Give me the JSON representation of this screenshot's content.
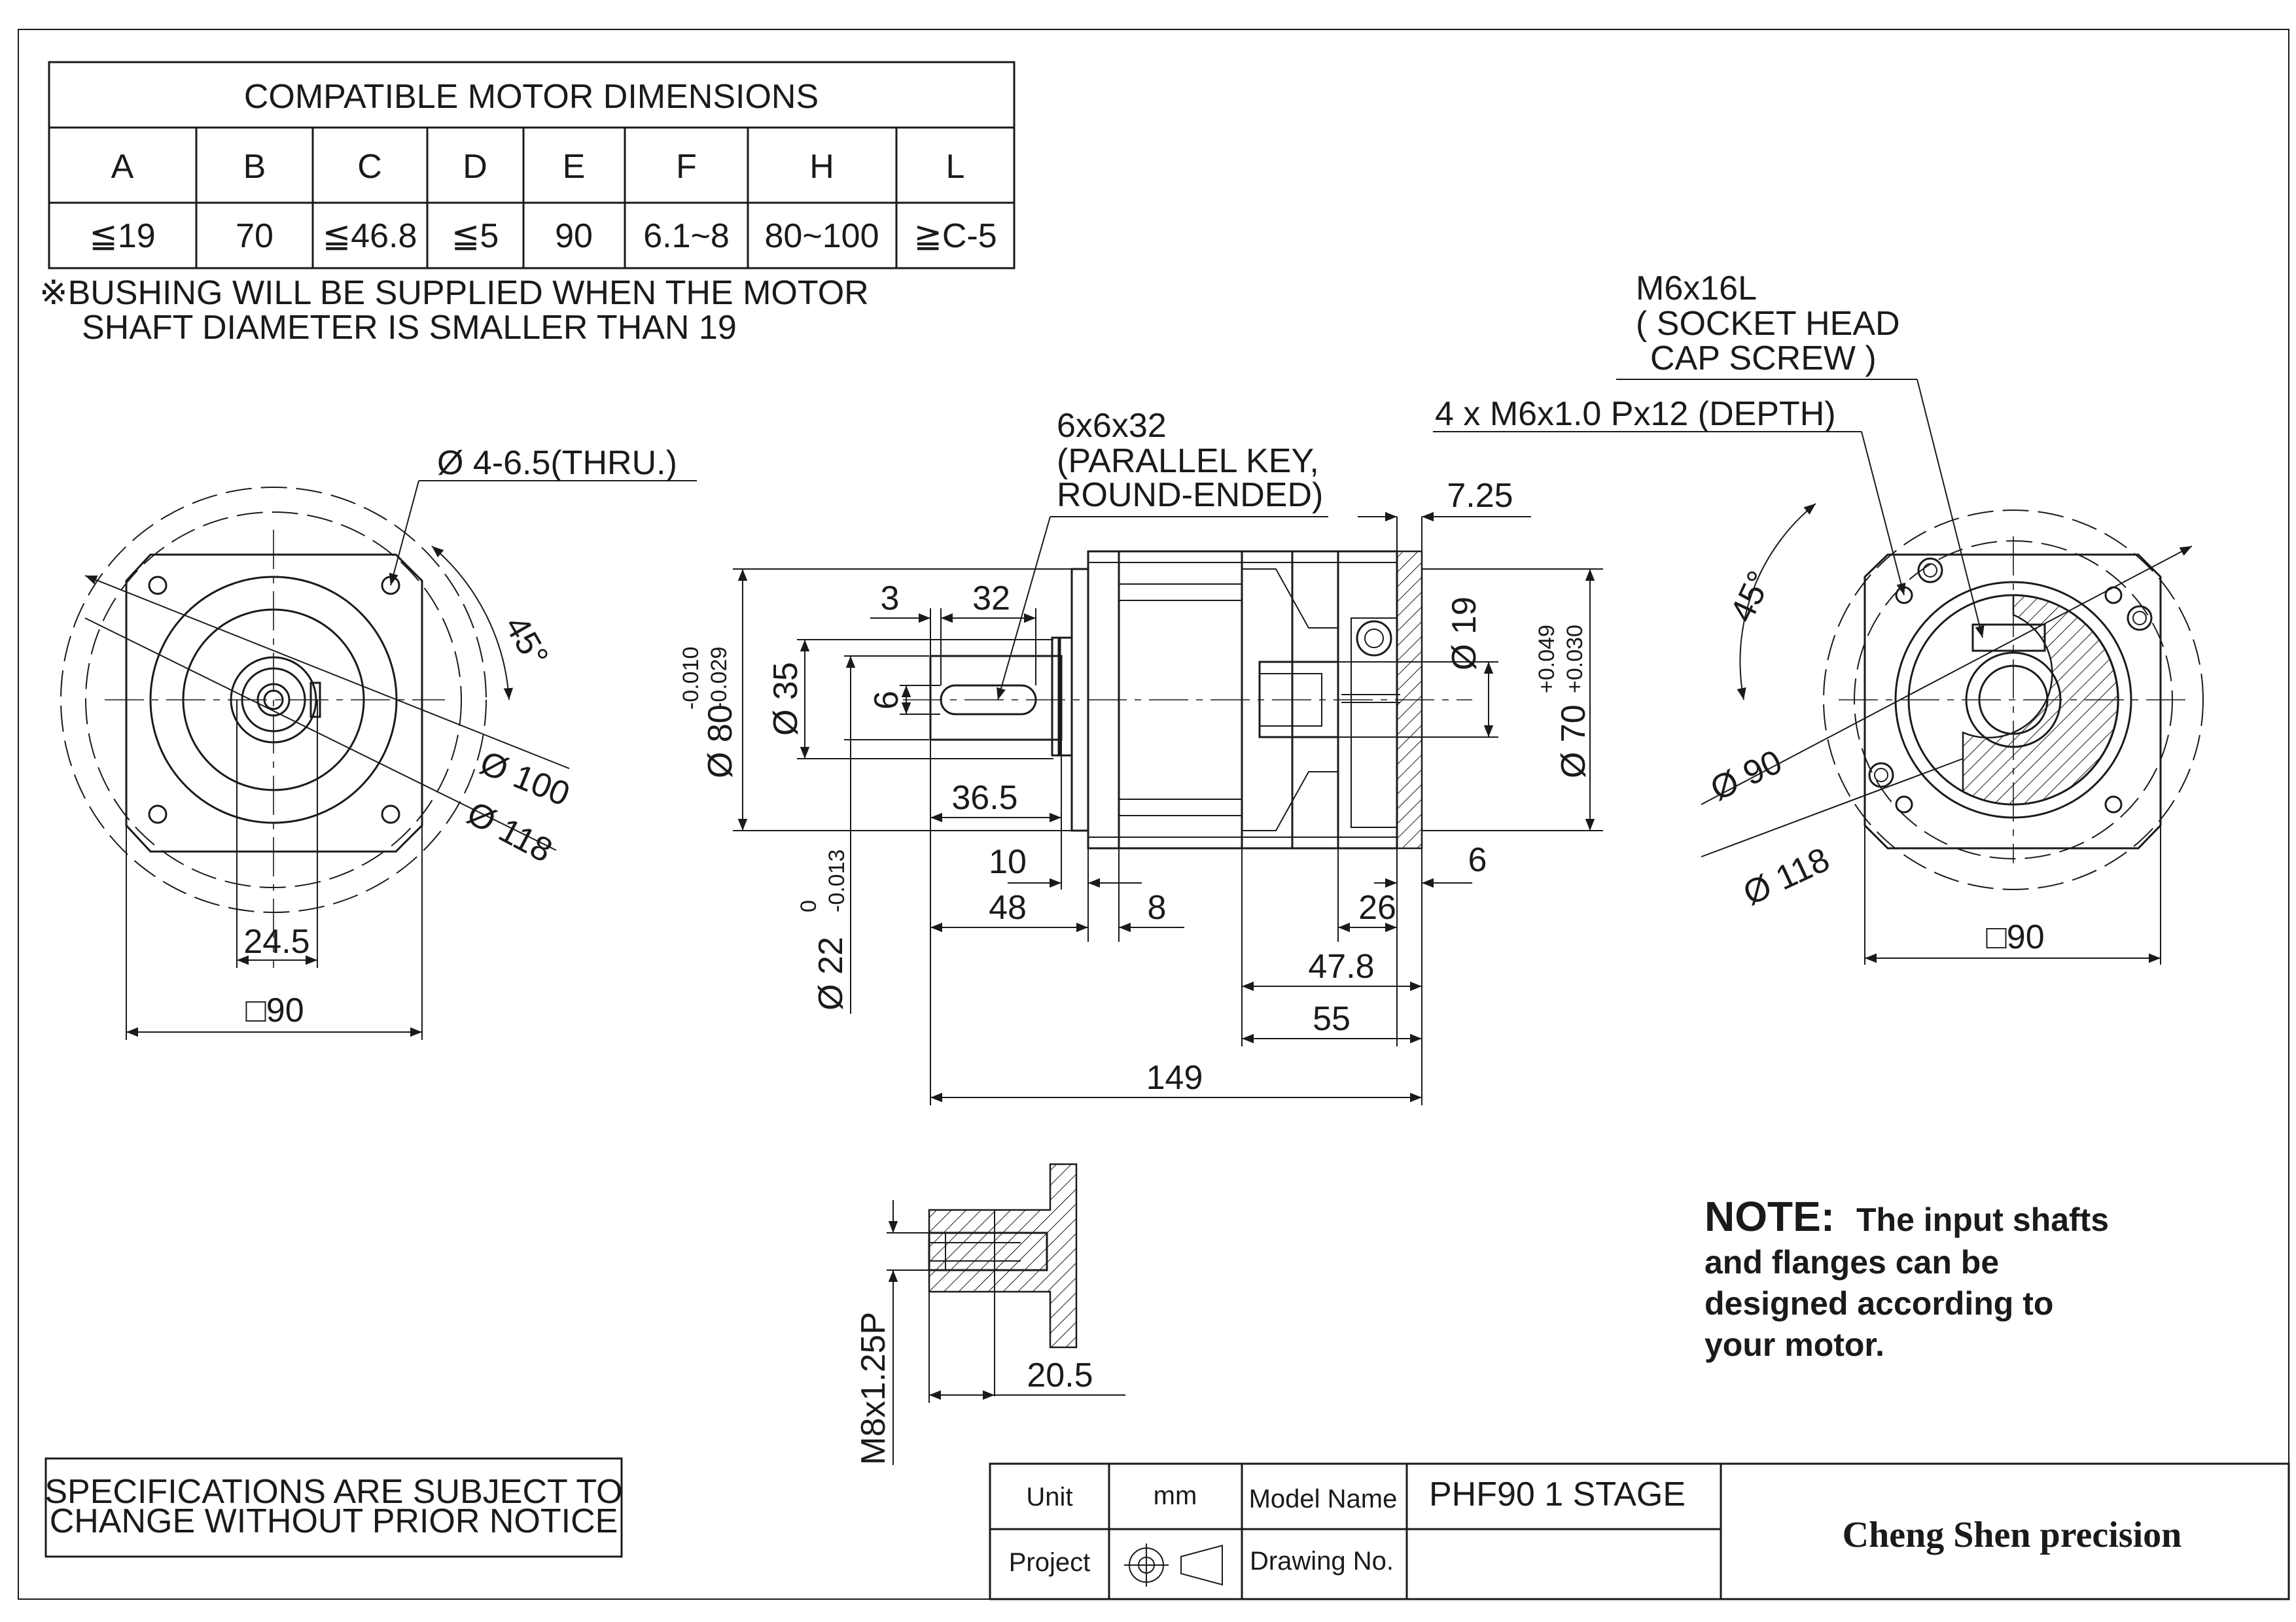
{
  "motor_table": {
    "title": "COMPATIBLE MOTOR DIMENSIONS",
    "headers": [
      "A",
      "B",
      "C",
      "D",
      "E",
      "F",
      "H",
      "L"
    ],
    "values": [
      "≦19",
      "70",
      "≦46.8",
      "≦5",
      "90",
      "6.1~8",
      "80~100",
      "≧C-5"
    ]
  },
  "bushing_note": {
    "line1": "※BUSHING WILL BE SUPPLIED WHEN THE MOTOR",
    "line2": "SHAFT DIAMETER IS SMALLER THAN 19"
  },
  "left_view": {
    "hole_label": "Ø 4-6.5(THRU.)",
    "angle": "45°",
    "dia_100": "Ø 100",
    "dia_118": "Ø 118",
    "width_24": "24.5",
    "square": "□90"
  },
  "center_view": {
    "key_label_1": "6x6x32",
    "key_label_2": "(PARALLEL KEY,",
    "key_label_3": "ROUND-ENDED)",
    "dim_3": "3",
    "dim_32": "32",
    "dim_7_25": "7.25",
    "dia_80": "Ø 80",
    "tol_80_top": "-0.010",
    "tol_80_bot": "-0.029",
    "dia_35": "Ø 35",
    "dim_6_key": "6",
    "dia_19": "Ø 19",
    "dia_70": "Ø 70",
    "tol_70_top": "+0.049",
    "tol_70_bot": "+0.030",
    "dim_36_5": "36.5",
    "dim_10": "10",
    "dim_48": "48",
    "dim_8": "8",
    "dim_6_right": "6",
    "dim_26": "26",
    "dia_22": "Ø 22",
    "tol_22_top": "0",
    "tol_22_bot": "-0.013",
    "dim_47_8": "47.8",
    "dim_55": "55",
    "dim_149": "149"
  },
  "right_view": {
    "screw_1": "M6x16L",
    "screw_2": "( SOCKET HEAD",
    "screw_3": "CAP SCREW )",
    "tap": "4 x M6x1.0 Px12 (DEPTH)",
    "angle": "45°",
    "dia_90": "Ø 90",
    "dia_118": "Ø 118",
    "square": "□90"
  },
  "detail_view": {
    "thread": "M8x1.25P",
    "dim_20_5": "20.5"
  },
  "note": {
    "head": "NOTE:",
    "line1": "The input shafts",
    "line2": "and flanges can be",
    "line3": "designed according to",
    "line4": "your motor."
  },
  "spec_notice": {
    "line1": "SPECIFICATIONS ARE SUBJECT  TO",
    "line2": "CHANGE WITHOUT PRIOR NOTICE"
  },
  "title_block": {
    "unit_label": "Unit",
    "unit_value": "mm",
    "model_label": "Model Name",
    "model_value": "PHF90 1 STAGE",
    "project_label": "Project",
    "drawing_label": "Drawing No.",
    "company": "Cheng Shen precision"
  }
}
